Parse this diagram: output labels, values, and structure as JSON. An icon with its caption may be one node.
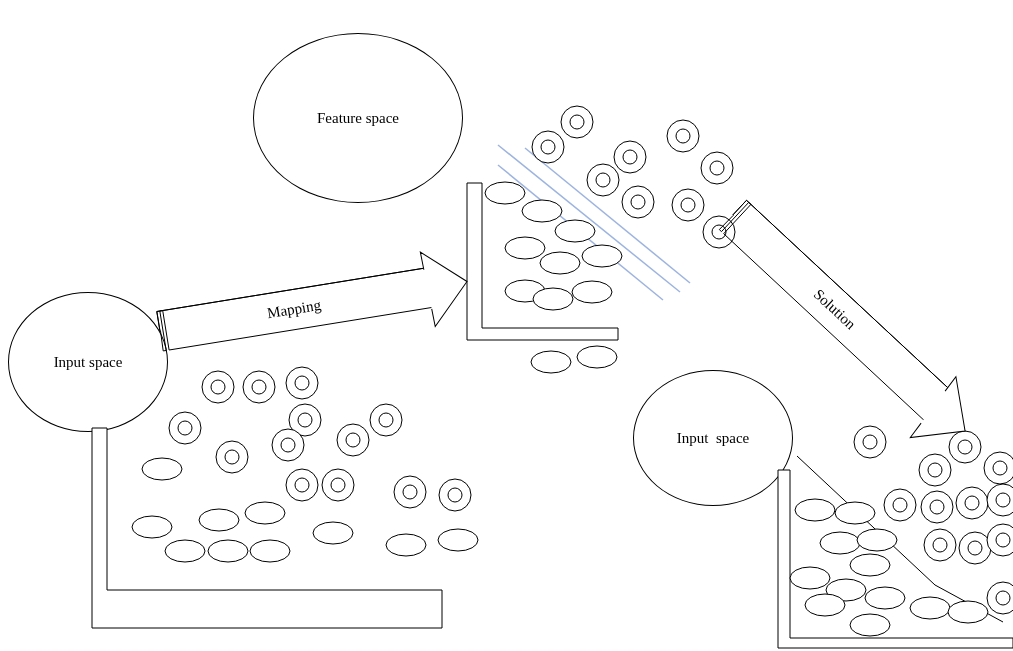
{
  "diagram": {
    "nodes": [
      {
        "text": [
          "Input space"
        ]
      },
      {
        "text": [
          "Feature space"
        ]
      },
      {
        "text": [
          "Input  space"
        ]
      },
      {
        "text": [],
        "shape": "picture"
      },
      {
        "text": [],
        "shape": "picture"
      },
      {
        "text": [],
        "shape": "picture"
      }
    ],
    "edges": [
      {
        "from": 0,
        "to": 4,
        "arrow": "to",
        "label": "Mapping"
      },
      {
        "from": 4,
        "to": 5,
        "arrow": "to",
        "label": "Solution"
      }
    ]
  }
}
